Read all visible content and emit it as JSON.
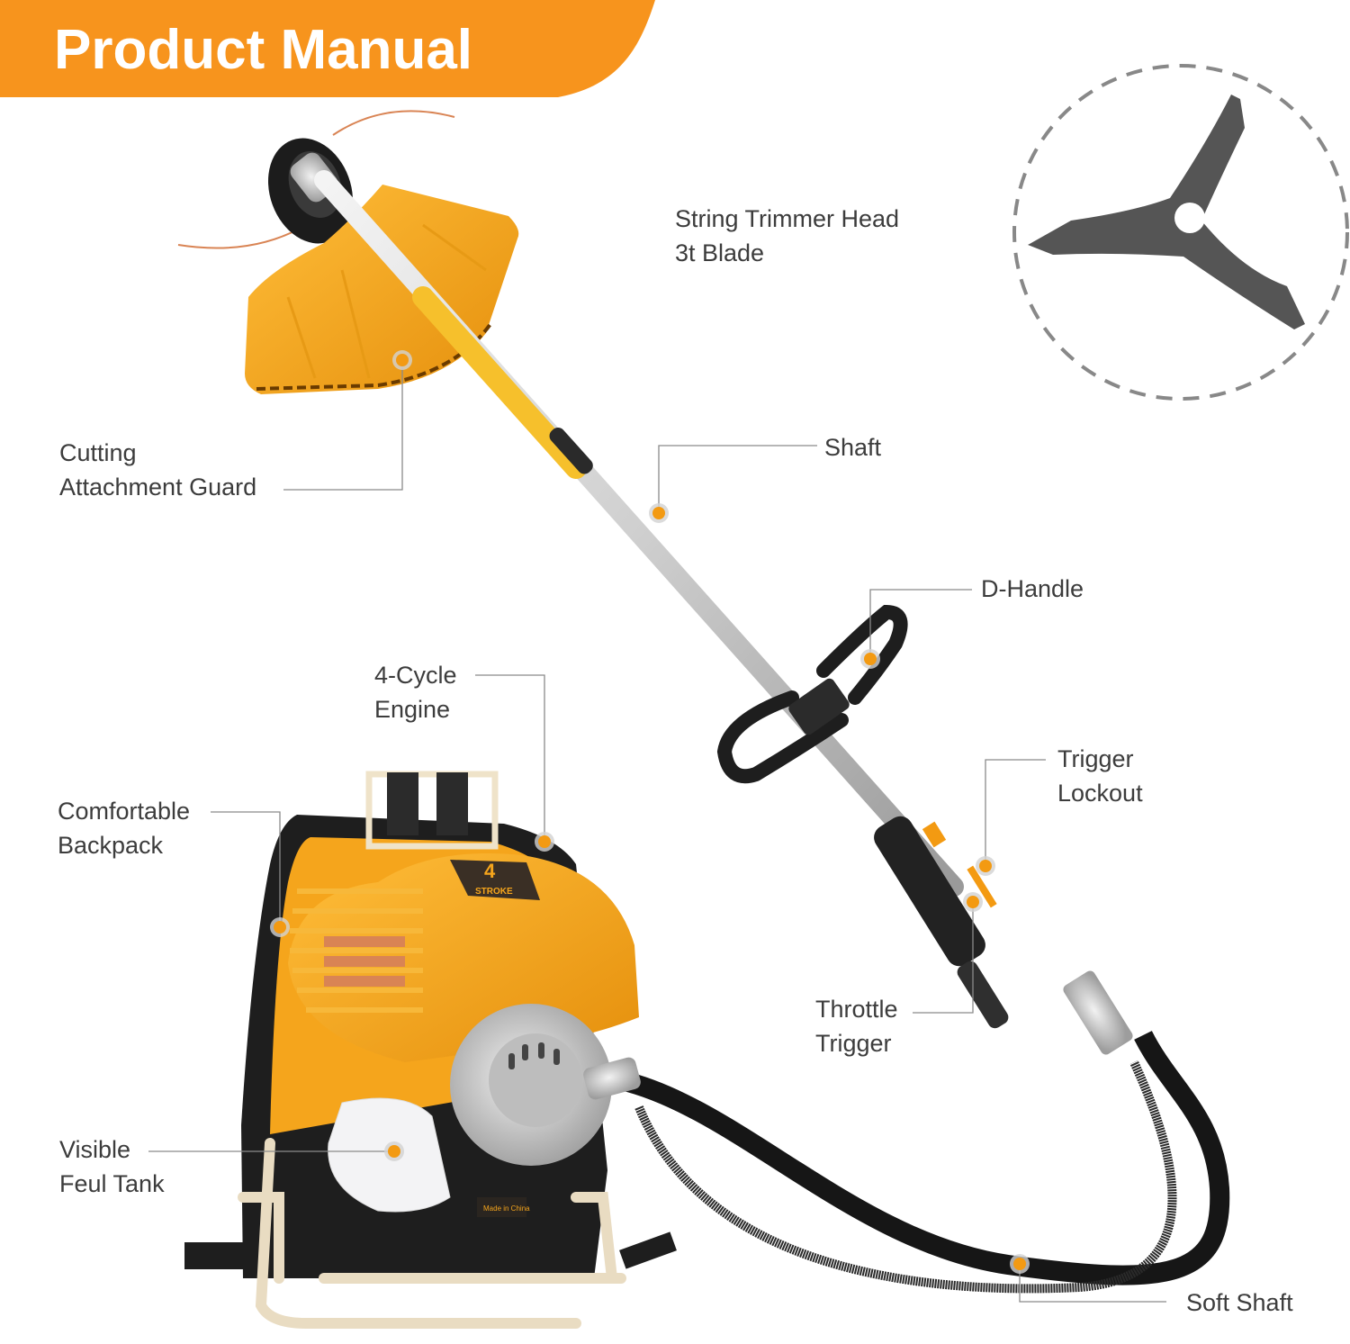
{
  "header": {
    "title": "Product Manual",
    "banner_color": "#f7941d"
  },
  "inset": {
    "caption_line1": "String Trimmer Head",
    "caption_line2": "3t Blade",
    "icon": "three-tooth-blade"
  },
  "callouts": {
    "guard": {
      "line1": "Cutting",
      "line2": "Attachment Guard"
    },
    "shaft": {
      "line1": "Shaft"
    },
    "d_handle": {
      "line1": "D-Handle"
    },
    "engine": {
      "line1": "4-Cycle",
      "line2": "Engine"
    },
    "backpack": {
      "line1": "Comfortable",
      "line2": "Backpack"
    },
    "trigger_lockout": {
      "line1": "Trigger",
      "line2": "Lockout"
    },
    "throttle_trigger": {
      "line1": "Throttle",
      "line2": "Trigger"
    },
    "fuel_tank": {
      "line1": "Visible",
      "line2": "Feul Tank"
    },
    "soft_shaft": {
      "line1": "Soft Shaft"
    }
  },
  "product": {
    "engine_badge_number": "4",
    "engine_badge_text": "STROKE",
    "origin_plate": "Made in China"
  },
  "colors": {
    "accent_orange": "#f39a12",
    "body_yellow": "#f5a51c",
    "text_gray": "#3c3c3c",
    "leader_gray": "#8a8a8a"
  }
}
